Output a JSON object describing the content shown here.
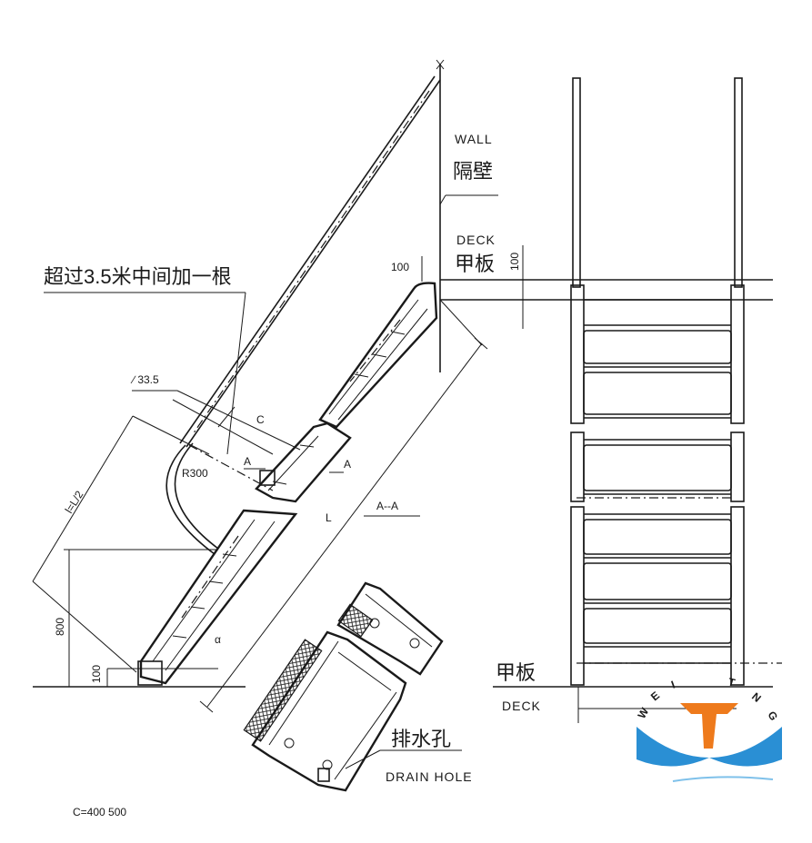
{
  "labels": {
    "wall_en": "WALL",
    "wall_zh": "隔壁",
    "deck_en_top": "DECK",
    "deck_zh_top": "甲板",
    "dim_100_top": "100",
    "dim_100_vert_top": "100",
    "note_zh": "超过3.5米中间加一根",
    "angle": "∕ 33.5",
    "dim_c": "C",
    "radius": "R300",
    "section_a_left": "A",
    "section_a_right": "A",
    "section_view": "A--A",
    "dim_l": "L",
    "dim_l_half": "l=L/2",
    "dim_800": "800",
    "dim_100_bottom": "100",
    "angle_alpha": "α",
    "deck_zh_bottom": "甲板",
    "deck_en_bottom": "DECK",
    "drain_zh": "排水孔",
    "drain_en": "DRAIN  HOLE",
    "c_values": "C=400   500"
  },
  "logo": {
    "letters": [
      "W",
      "E",
      "I",
      "T",
      "N",
      "G"
    ],
    "accent": "#ee7a1c",
    "wave": "#2a8fd4"
  }
}
